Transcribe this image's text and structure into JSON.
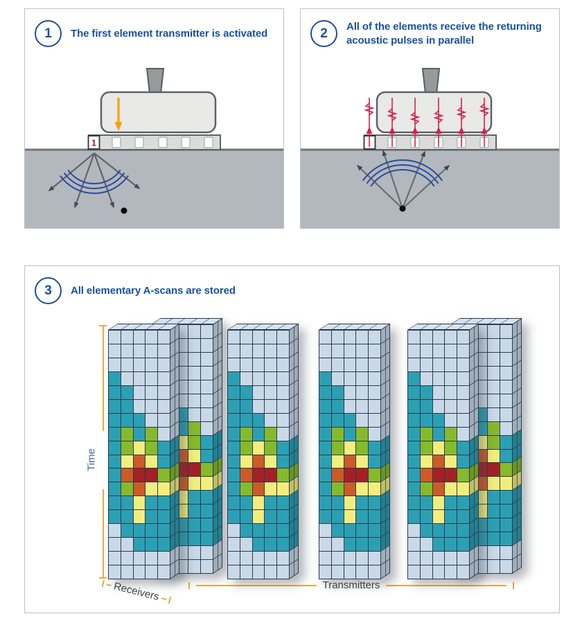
{
  "steps": {
    "step1": {
      "number": "1",
      "title": "The first element transmitter is activated",
      "probe_element_label": "1"
    },
    "step2": {
      "number": "2",
      "title": "All of the elements receive the returning acoustic pulses in parallel"
    },
    "step3": {
      "number": "3",
      "title": "All elementary A-scans are stored"
    }
  },
  "axes": {
    "time": "Time",
    "receivers": "Receivers",
    "transmitters": "Transmitters"
  },
  "colors": {
    "heading_blue": "#17509e",
    "axis_orange": "#eba93d",
    "wavefront_blue": "#2b4a9e",
    "pulse_red": "#d62049",
    "transmit_arrow_orange": "#f2a20a",
    "ground_grey": "#b2b8bd",
    "probe_body_grey": "#e9e9e7",
    "grid_line_navy": "#2c3b4d"
  },
  "matrix": {
    "rows": 18,
    "columns": 5,
    "legend": {
      "P": "#c9d9e8",
      "T": "#2ba0b4",
      "G": "#86ba2c",
      "Y": "#f2ee7e",
      "O": "#cc5b27",
      "R": "#a32025"
    },
    "pattern": [
      "PPPPP",
      "PPPPP",
      "PPPPP",
      "TPPPP",
      "TTPPP",
      "TTPPP",
      "TTTPP",
      "TGTGP",
      "TGYGT",
      "TYOYT",
      "TORRG",
      "TGOYY",
      "TTYTT",
      "TTYTT",
      "PTTTT",
      "PPTTT",
      "PPPPP",
      "PPPPP"
    ],
    "groups": [
      {
        "slabs": 2
      },
      {
        "slabs": 1
      },
      {
        "slabs": 1
      },
      {
        "slabs": 2
      }
    ]
  }
}
